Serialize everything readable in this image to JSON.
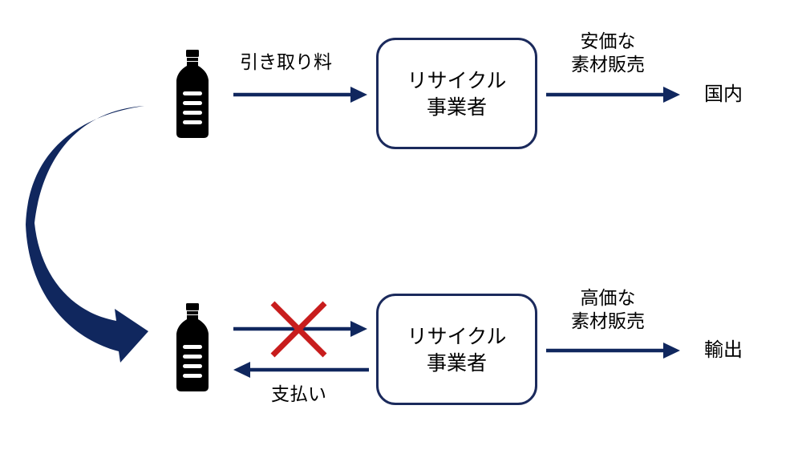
{
  "colors": {
    "arrow": "#10275e",
    "box_border": "#1b2a5c",
    "cross": "#c81d1d",
    "bottle": "#000000"
  },
  "top_row": {
    "left_arrow_label": "引き取り料",
    "box_line1": "リサイクル",
    "box_line2": "事業者",
    "right_arrow_label_line1": "安価な",
    "right_arrow_label_line2": "素材販売",
    "destination": "国内"
  },
  "bottom_row": {
    "return_arrow_label": "支払い",
    "box_line1": "リサイクル",
    "box_line2": "事業者",
    "right_arrow_label_line1": "高価な",
    "right_arrow_label_line2": "素材販売",
    "destination": "輸出"
  }
}
